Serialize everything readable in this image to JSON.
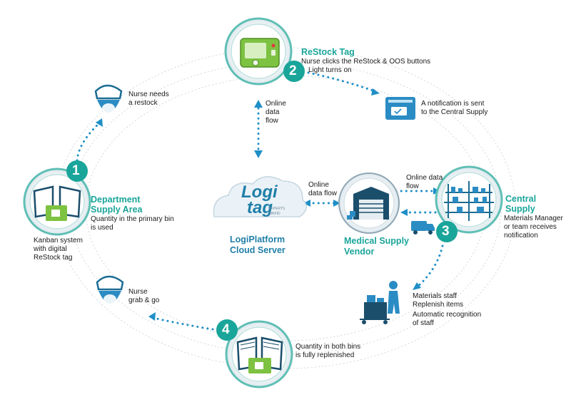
{
  "colors": {
    "teal": "#1aa59a",
    "blue": "#1f7fa8",
    "green": "#7ec242",
    "navy": "#1b6c93",
    "dot": "#1f8fc7"
  },
  "steps": {
    "n1": "1",
    "n2": "2",
    "n3": "3",
    "n4": "4"
  },
  "restock_tag": {
    "title": "ReStock Tag",
    "line1": "Nurse clicks the ReStock & OOS buttons",
    "line2": "Light turns on"
  },
  "notification": {
    "line1": "A notification is sent",
    "line2": "to the Central Supply"
  },
  "nurse_needs": {
    "line1": "Nurse needs",
    "line2": "a restock"
  },
  "department": {
    "title1": "Department",
    "title2": "Supply Area",
    "line1": "Quantity in the primary bin",
    "line2": "is used"
  },
  "kanban": {
    "line1": "Kanban system",
    "line2": "with digital",
    "line3": "ReStock tag"
  },
  "online_vertical": {
    "line1": "Online",
    "line2": "data",
    "line3": "flow"
  },
  "online_left": {
    "line1": "Online",
    "line2": "data flow"
  },
  "online_right": {
    "line1": "Online data",
    "line2": "flow"
  },
  "cloud": {
    "logo1": "Logi",
    "logo2": "tag",
    "logo_small1": "EXPERTS",
    "logo_small2": "INRFID",
    "title1": "LogiPlatform",
    "title2": "Cloud Server"
  },
  "vendor": {
    "title1": "Medical Supply",
    "title2": "Vendor"
  },
  "central": {
    "title1": "Central",
    "title2": "Supply",
    "line1": "Materials Manager",
    "line2": "or team receives",
    "line3": "notification"
  },
  "materials": {
    "line1": "Materials staff",
    "line2": "Replenish items",
    "line3": "Automatic recognition",
    "line4": "of staff"
  },
  "nurse_grab": {
    "line1": "Nurse",
    "line2": "grab & go"
  },
  "replenished": {
    "line1": "Quantity in both bins",
    "line2": "is fully replenished"
  }
}
